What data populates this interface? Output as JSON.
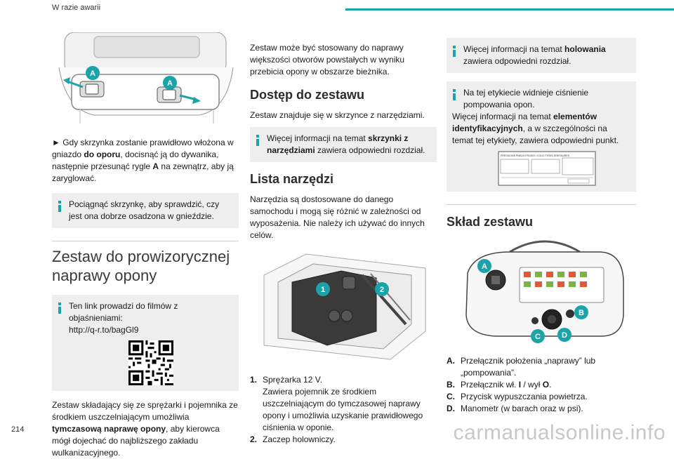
{
  "header": {
    "section": "W razie awarii",
    "accent": "#1aa3a8"
  },
  "page_number": "214",
  "watermark": "carmanualsonline.info",
  "col1": {
    "figure_labels": [
      "A",
      "A"
    ],
    "step_text_parts": [
      "► Gdy skrzynka zostanie prawidłowo włożona w gniazdo ",
      "do oporu",
      ", docisnąć ją do dywanika, następnie przesunąć rygle ",
      "A",
      " na zewnątrz, aby ją zaryglować."
    ],
    "info1": "Pociągnąć skrzynkę, aby sprawdzić, czy jest ona dobrze osadzona w gnieździe.",
    "section_title": "Zestaw do prowizorycznej naprawy opony",
    "info2_line1": "Ten link prowadzi do filmów z objaśnieniami:",
    "info2_link": "http://q-r.to/bagGl9",
    "desc_parts": [
      "Zestaw składający się ze sprężarki i pojemnika ze środkiem uszczelniającym umożliwia ",
      "tymczasową naprawę opony",
      ", aby kierowca mógł dojechać do najbliższego zakładu wulkanizacyjnego."
    ]
  },
  "col2": {
    "intro": "Zestaw może być stosowany do naprawy większości otworów powstałych w wyniku przebicia opony w obszarze bieżnika.",
    "heading_access": "Dostęp do zestawu",
    "access_text": "Zestaw znajduje się w skrzynce z narzędziami.",
    "info_parts": [
      "Więcej informacji na temat ",
      "skrzynki z narzędziami",
      " zawiera odpowiedni rozdział."
    ],
    "heading_tools": "Lista narzędzi",
    "tools_text": "Narzędzia są dostosowane do danego samochodu i mogą się różnić w zależności od wyposażenia. Nie należy ich używać do innych celów.",
    "figure_labels": [
      "1",
      "2"
    ],
    "items": [
      {
        "num": "1.",
        "title": "Sprężarka 12 V.",
        "desc": "Zawiera pojemnik ze środkiem uszczelniającym do tymczasowej naprawy opony i umożliwia uzyskanie prawidłowego ciśnienia w oponie."
      },
      {
        "num": "2.",
        "title": "Zaczep holowniczy.",
        "desc": ""
      }
    ]
  },
  "col3": {
    "info1_parts": [
      "Więcej informacji na temat ",
      "holowania",
      " zawiera odpowiedni rozdział."
    ],
    "info2_line1": "Na tej etykiecie widnieje ciśnienie pompowania opon.",
    "info2_parts": [
      "Więcej informacji na temat ",
      "elementów identyfikacyjnych",
      ", a w szczególności na temat tej etykiety, zawiera odpowiedni punkt."
    ],
    "label_caption": "PRESSIONS PNEUS FROIDS / COLD TYRES PRESSURES",
    "heading_kit": "Skład zestawu",
    "figure_labels": [
      "A",
      "B",
      "C",
      "D"
    ],
    "legend": [
      {
        "key": "A.",
        "text": "Przełącznik położenia „naprawy” lub „pompowania”."
      },
      {
        "key": "B.",
        "text_parts": [
          "Przełącznik wł. ",
          "I",
          " / wył ",
          "O",
          "."
        ]
      },
      {
        "key": "C.",
        "text": "Przycisk wypuszczania powietrza."
      },
      {
        "key": "D.",
        "text": "Manometr (w barach oraz w psi)."
      }
    ]
  }
}
